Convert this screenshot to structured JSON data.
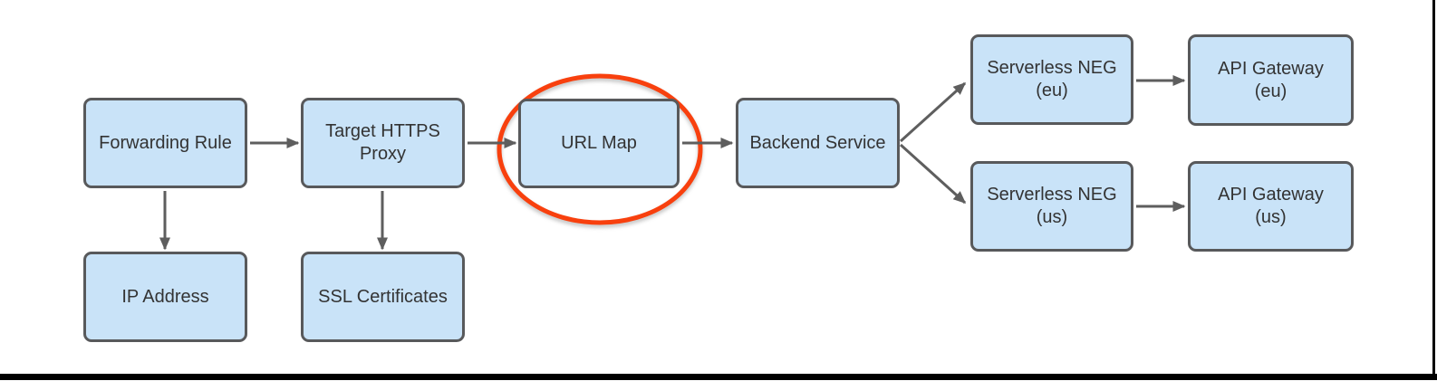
{
  "nodes": {
    "forwarding_rule": {
      "lines": [
        "Forwarding Rule"
      ]
    },
    "target_https_proxy": {
      "lines": [
        "Target HTTPS",
        "Proxy"
      ]
    },
    "url_map": {
      "lines": [
        "URL Map"
      ]
    },
    "backend_service": {
      "lines": [
        "Backend Service"
      ]
    },
    "serverless_neg_eu": {
      "lines": [
        "Serverless NEG",
        "(eu)"
      ]
    },
    "api_gateway_eu": {
      "lines": [
        "API Gateway",
        "(eu)"
      ]
    },
    "serverless_neg_us": {
      "lines": [
        "Serverless NEG",
        "(us)"
      ]
    },
    "api_gateway_us": {
      "lines": [
        "API Gateway",
        "(us)"
      ]
    },
    "ip_address": {
      "lines": [
        "IP Address"
      ]
    },
    "ssl_certificates": {
      "lines": [
        "SSL Certificates"
      ]
    }
  },
  "edges": [
    {
      "from": "Forwarding Rule",
      "to": "Target HTTPS Proxy"
    },
    {
      "from": "Target HTTPS Proxy",
      "to": "URL Map"
    },
    {
      "from": "URL Map",
      "to": "Backend Service"
    },
    {
      "from": "Backend Service",
      "to": "Serverless NEG (eu)"
    },
    {
      "from": "Backend Service",
      "to": "Serverless NEG (us)"
    },
    {
      "from": "Serverless NEG (eu)",
      "to": "API Gateway (eu)"
    },
    {
      "from": "Serverless NEG (us)",
      "to": "API Gateway (us)"
    },
    {
      "from": "Forwarding Rule",
      "to": "IP Address"
    },
    {
      "from": "Target HTTPS Proxy",
      "to": "SSL Certificates"
    }
  ],
  "annotation": {
    "shape": "ellipse",
    "highlighted_node": "URL Map"
  },
  "colors": {
    "background": "#ffffff",
    "node_fill": "#c9e3f8",
    "node_border": "#58595b",
    "node_text": "#333333",
    "connector": "#5e5e5e",
    "highlight_ellipse": "#f8400e",
    "frame": "#000000"
  }
}
